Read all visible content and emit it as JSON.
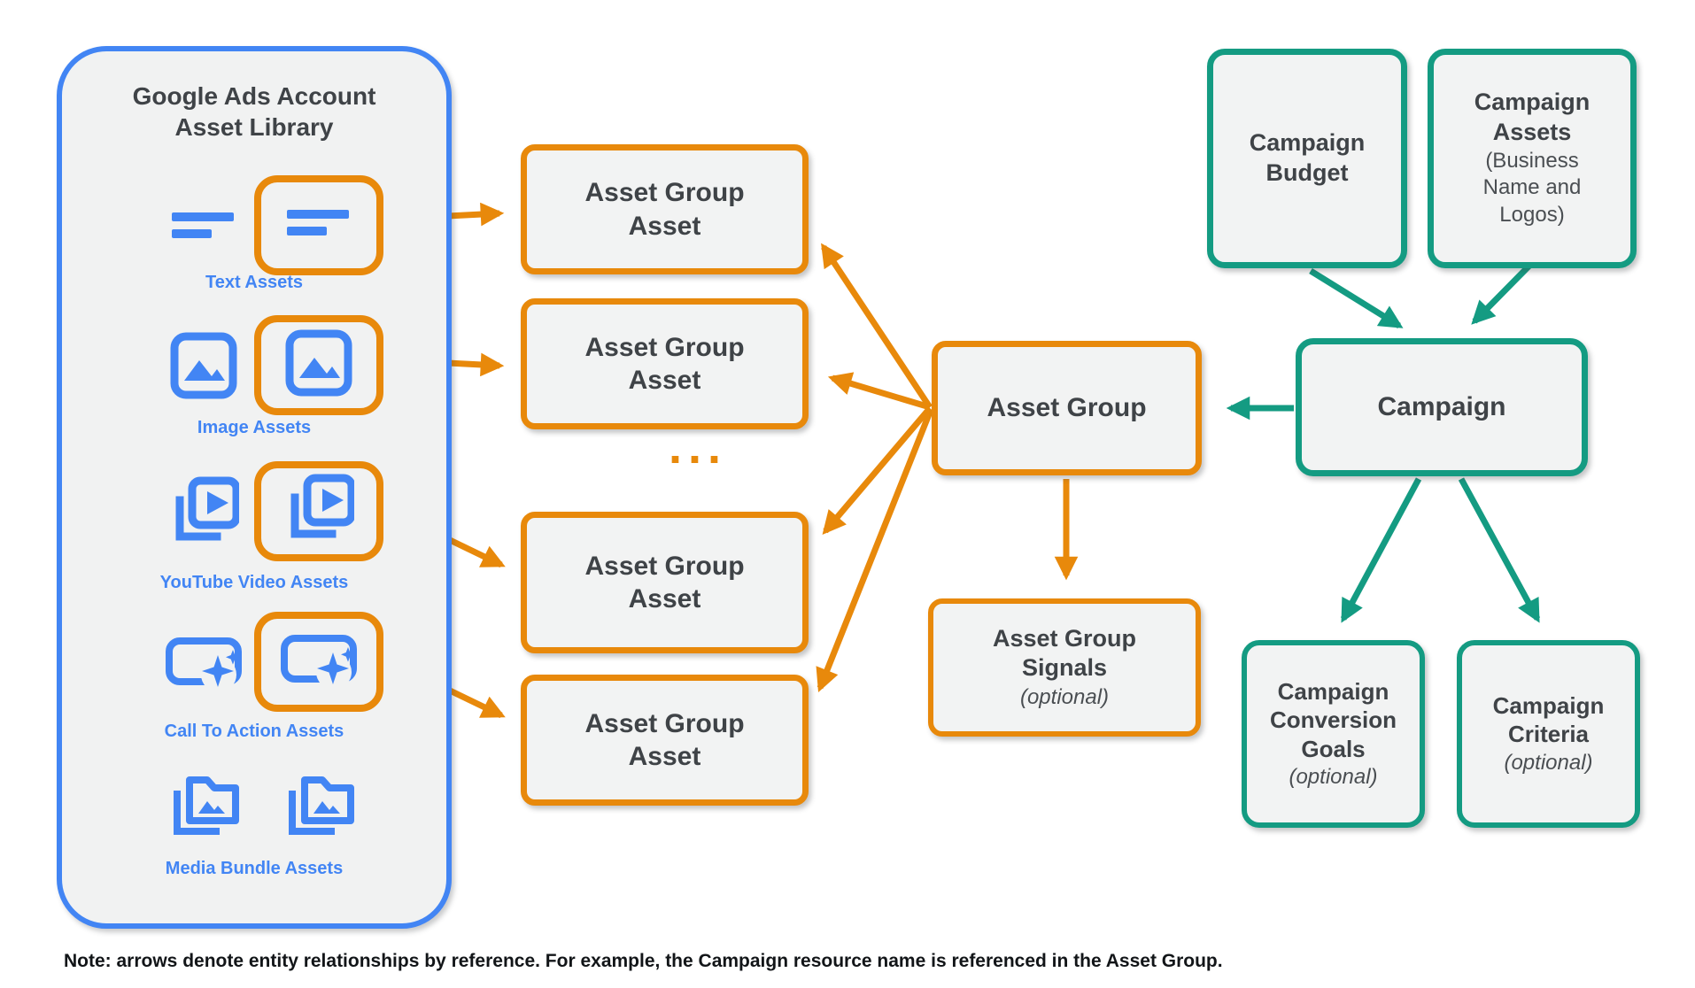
{
  "library": {
    "title": "Google Ads Account Asset Library",
    "rows": [
      {
        "label": "Text Assets",
        "icon": "text-asset-icon",
        "highlighted": true
      },
      {
        "label": "Image Assets",
        "icon": "image-asset-icon",
        "highlighted": true
      },
      {
        "label": "YouTube Video  Assets",
        "icon": "youtube-video-asset-icon",
        "highlighted": true
      },
      {
        "label": "Call To Action Assets",
        "icon": "call-to-action-asset-icon",
        "highlighted": true
      },
      {
        "label": "Media Bundle  Assets",
        "icon": "media-bundle-asset-icon",
        "highlighted": false
      }
    ]
  },
  "asset_group_asset": {
    "label": "Asset Group Asset",
    "visible_boxes": 4,
    "ellipsis": "..."
  },
  "asset_group": {
    "label": "Asset Group"
  },
  "asset_group_signals": {
    "label": "Asset Group Signals",
    "qualifier": "(optional)"
  },
  "campaign_budget": {
    "label": "Campaign Budget"
  },
  "campaign_assets": {
    "label": "Campaign Assets",
    "sublabel": "(Business Name and Logos)"
  },
  "campaign": {
    "label": "Campaign"
  },
  "campaign_conversion_goals": {
    "label": "Campaign Conversion Goals",
    "qualifier": "(optional)"
  },
  "campaign_criteria": {
    "label": "Campaign Criteria",
    "qualifier": "(optional)"
  },
  "note": "Note: arrows denote entity relationships by reference. For example, the Campaign resource name is referenced in the Asset Group.",
  "colors": {
    "orange": "#E8890B",
    "teal": "#149B82",
    "blue": "#4285F4",
    "box_fill": "#F2F3F3",
    "text": "#3F4347"
  }
}
